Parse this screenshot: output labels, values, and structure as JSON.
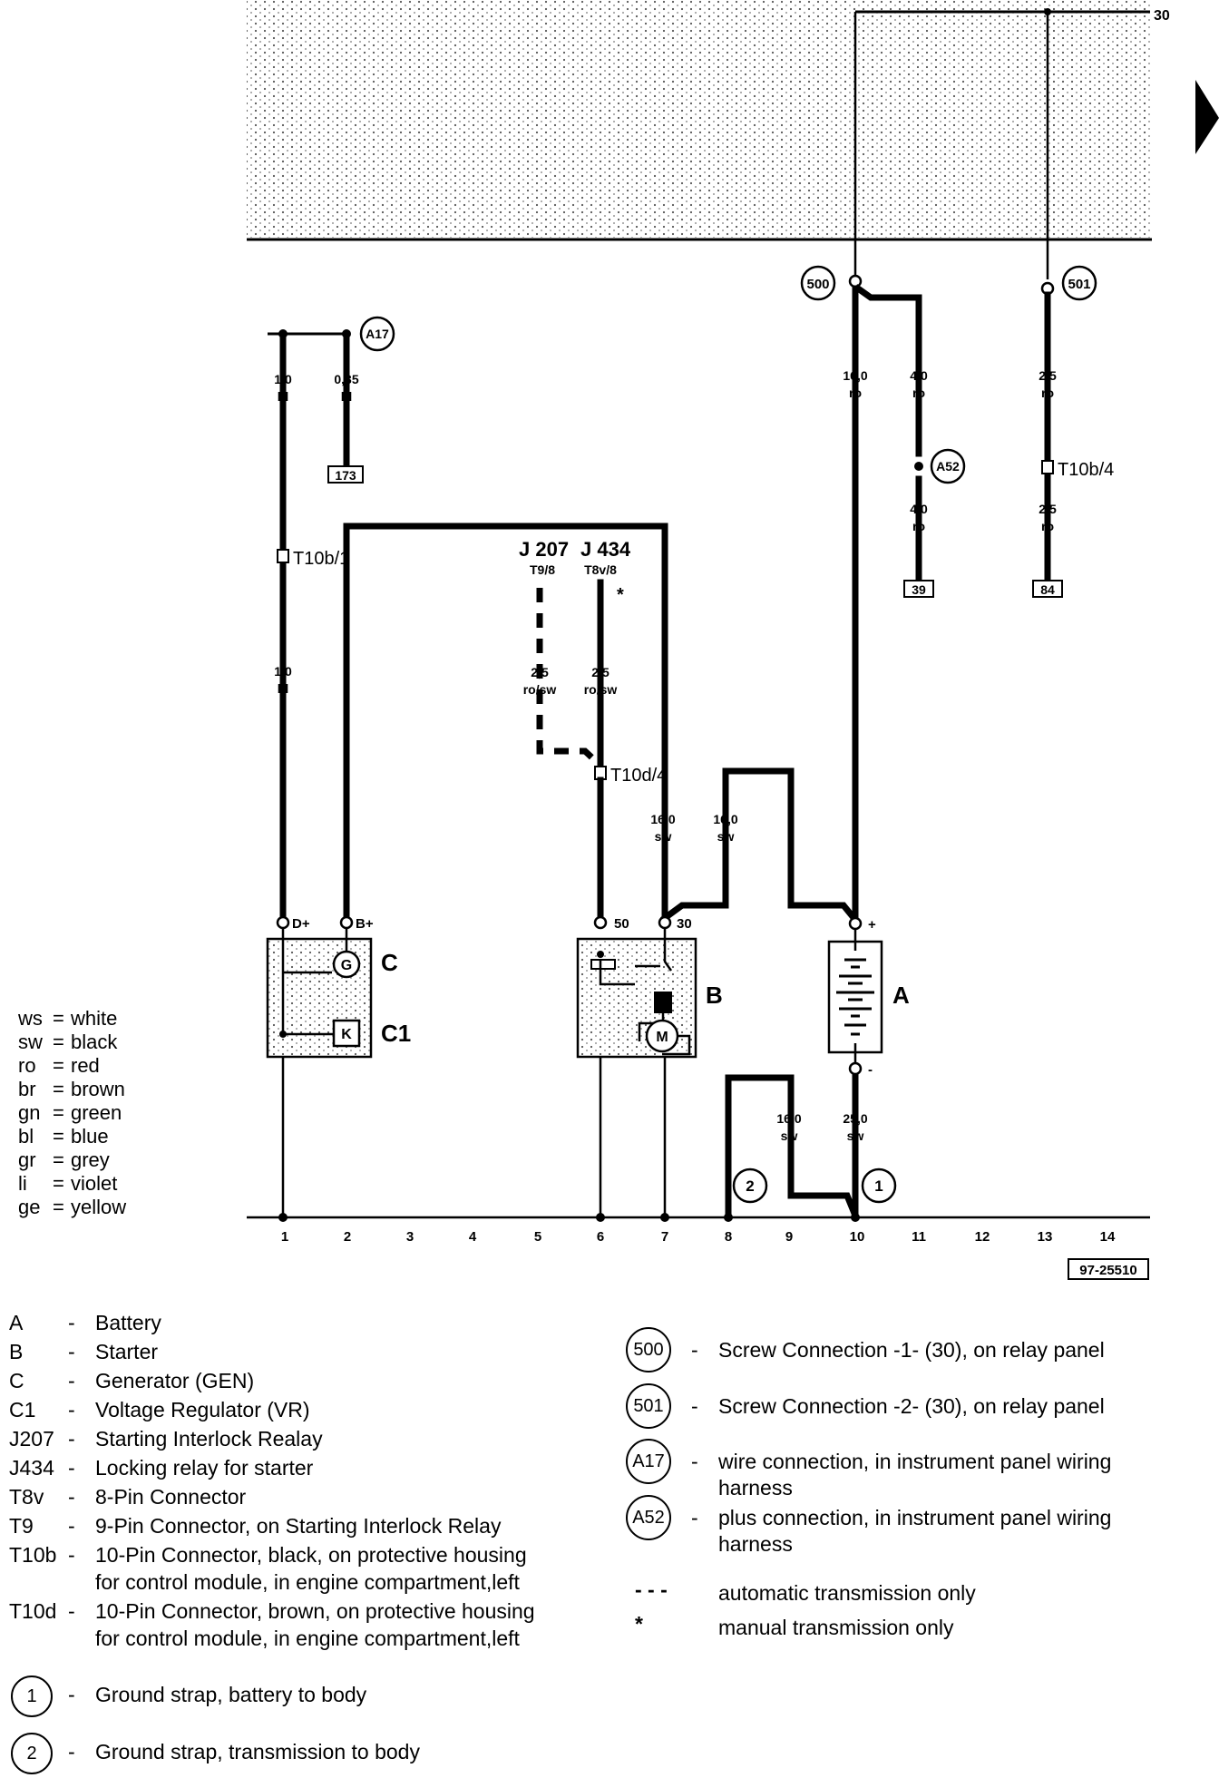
{
  "supply_label": "30",
  "figure_id": "97-25510",
  "columns": [
    "1",
    "2",
    "3",
    "4",
    "5",
    "6",
    "7",
    "8",
    "9",
    "10",
    "11",
    "12",
    "13",
    "14"
  ],
  "nodes": {
    "screw1": "500",
    "screw2": "501",
    "wire_conn": "A17",
    "plus_conn": "A52",
    "ground1": "1",
    "ground2": "2"
  },
  "refs": {
    "ref173": "173",
    "ref39": "39",
    "ref84": "84"
  },
  "connectors": {
    "t10b1": "T10b/1",
    "t10b4": "T10b/4",
    "t10d4": "T10d/4",
    "j207": "J 207",
    "j207pin": "T9/8",
    "j434": "J 434",
    "j434pin": "T8v/8",
    "manual_mark": "*"
  },
  "gauges": {
    "col1_top": [
      "1,0",
      "bl"
    ],
    "col2_top": [
      "0,35",
      "bl"
    ],
    "col1_mid": [
      "1,0",
      "bl"
    ],
    "j207": [
      "2,5",
      "ro/sw"
    ],
    "j434": [
      "2,5",
      "ro/sw"
    ],
    "starter30a": [
      "16,0",
      "sw"
    ],
    "starter30b": [
      "16,0",
      "sw"
    ],
    "s500a": [
      "16,0",
      "ro"
    ],
    "s500b": [
      "4,0",
      "ro"
    ],
    "a52": [
      "4,0",
      "ro"
    ],
    "s501a": [
      "2,5",
      "ro"
    ],
    "s501b": [
      "2,5",
      "ro"
    ],
    "gnd_trans": [
      "16,0",
      "sw"
    ],
    "gnd_batt": [
      "25,0",
      "sw"
    ]
  },
  "terminals": {
    "dplus": "D+",
    "bplus": "B+",
    "t50": "50",
    "t30": "30",
    "plus": "+",
    "minus": "-"
  },
  "components": {
    "gen": "C",
    "vr": "C1",
    "starter": "B",
    "battery": "A",
    "gen_sym": "G",
    "vr_sym": "K",
    "motor_sym": "M"
  },
  "color_legend": [
    {
      "code": "ws",
      "name": "white"
    },
    {
      "code": "sw",
      "name": "black"
    },
    {
      "code": "ro",
      "name": "red"
    },
    {
      "code": "br",
      "name": "brown"
    },
    {
      "code": "gn",
      "name": "green"
    },
    {
      "code": "bl",
      "name": "blue"
    },
    {
      "code": "gr",
      "name": "grey"
    },
    {
      "code": "li",
      "name": "violet"
    },
    {
      "code": "ge",
      "name": "yellow"
    }
  ],
  "key_left": [
    {
      "code": "A",
      "desc": "Battery"
    },
    {
      "code": "B",
      "desc": "Starter"
    },
    {
      "code": "C",
      "desc": "Generator (GEN)"
    },
    {
      "code": "C1",
      "desc": "Voltage Regulator (VR)"
    },
    {
      "code": "J207",
      "desc": "Starting Interlock Realay"
    },
    {
      "code": "J434",
      "desc": "Locking relay for starter"
    },
    {
      "code": "T8v",
      "desc": "8-Pin Connector"
    },
    {
      "code": "T9",
      "desc": "9-Pin Connector, on Starting Interlock Relay"
    },
    {
      "code": "T10b",
      "desc": "10-Pin Connector, black, on protective housing",
      "desc2": "for control module, in engine compartment,left"
    },
    {
      "code": "T10d",
      "desc": "10-Pin Connector, brown, on protective housing",
      "desc2": "for control module, in engine compartment,left"
    }
  ],
  "key_ground": [
    {
      "code": "1",
      "desc": "Ground strap, battery to body"
    },
    {
      "code": "2",
      "desc": "Ground strap, transmission to body"
    }
  ],
  "key_right": [
    {
      "code": "500",
      "desc": "Screw Connection -1- (30), on relay panel"
    },
    {
      "code": "501",
      "desc": "Screw Connection -2- (30), on relay panel"
    },
    {
      "code": "A17",
      "desc": "wire connection, in instrument panel wiring",
      "desc2": "harness"
    },
    {
      "code": "A52",
      "desc": "plus connection, in instrument panel wiring",
      "desc2": "harness"
    }
  ],
  "key_notes": [
    {
      "symbol": "- - -",
      "desc": "automatic transmission only"
    },
    {
      "symbol": "*",
      "desc": "manual transmission only"
    }
  ]
}
